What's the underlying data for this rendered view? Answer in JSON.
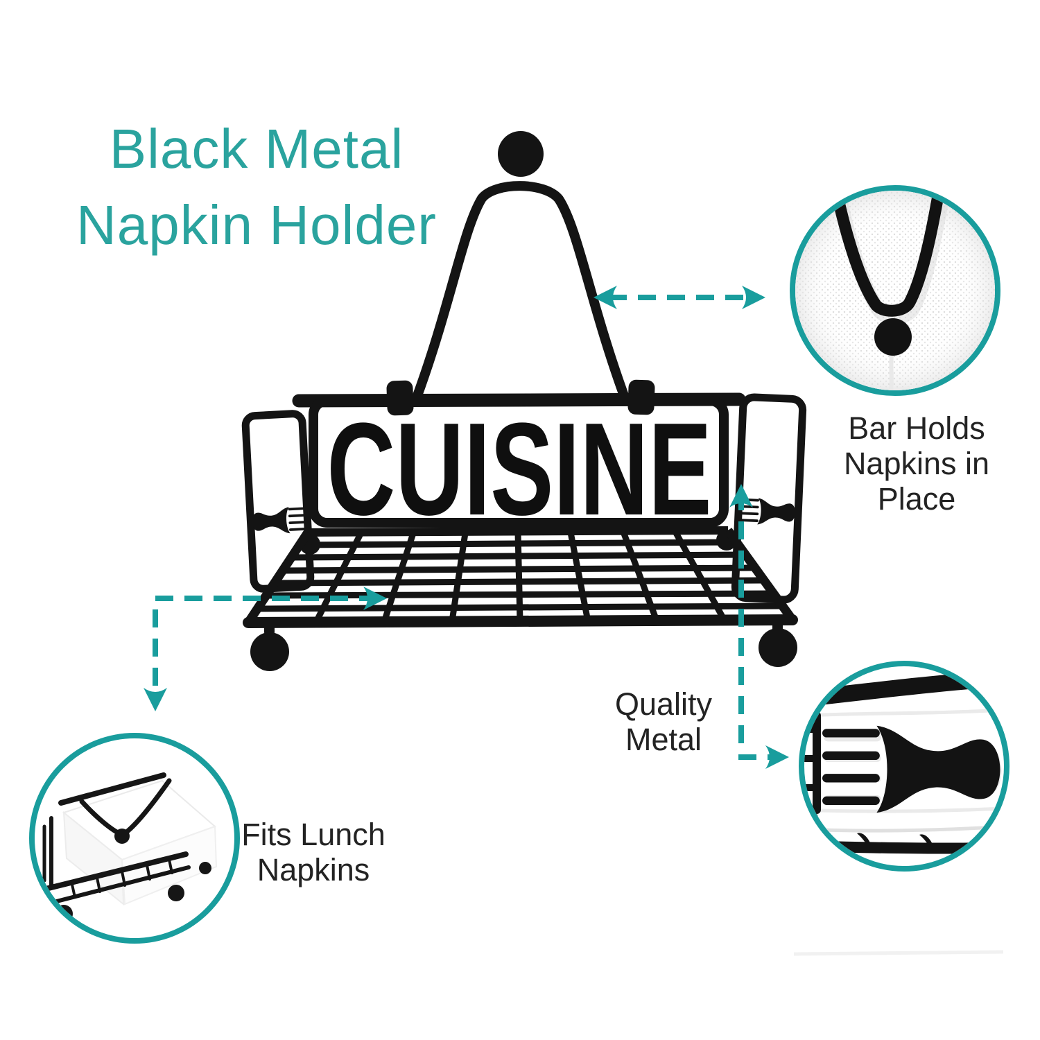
{
  "title": {
    "line1": "Black Metal",
    "line2": "Napkin Holder"
  },
  "product": {
    "label": "CUISINE"
  },
  "callouts": {
    "bar": {
      "caption": [
        "Bar Holds",
        "Napkins in",
        "Place"
      ]
    },
    "lunch": {
      "caption": [
        "Fits Lunch",
        "Napkins"
      ]
    },
    "metal": {
      "caption": [
        "Quality",
        "Metal"
      ]
    }
  },
  "colors": {
    "accent_teal": "#199D9D",
    "title_teal": "#2AA39E",
    "caption_ink": "#232323",
    "product_black": "#141414",
    "napkin_white": "#ffffff"
  }
}
